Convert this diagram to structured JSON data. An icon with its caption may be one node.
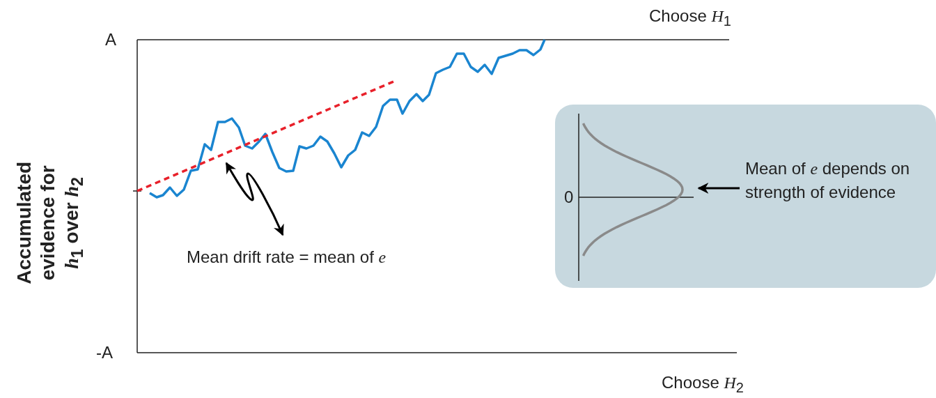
{
  "diagram": {
    "nodes": [
      {
        "text": [
          "Mean drift rate = mean of *e*"
        ]
      },
      {
        "text": [],
        "shape": "line"
      },
      {
        "text": [],
        "shape": "box"
      },
      {
        "text": [
          "Mean of *e* depends on strength of evidence"
        ],
        "in": 2
      },
      {
        "text": [],
        "shape": "curve",
        "in": 2,
        "beside": [
          "0"
        ]
      }
    ],
    "edges": [
      {
        "from": 1,
        "to": 0,
        "arrow": "both"
      },
      {
        "from": 3,
        "to": 4,
        "arrow": "to"
      }
    ],
    "labels": [
      "Choose *H*$_{1}$",
      "A",
      "Accumulated evidence for *h*$_{1}$ over *h*$_{2}$",
      "-A",
      "Choose *H*$_{2}$"
    ]
  }
}
